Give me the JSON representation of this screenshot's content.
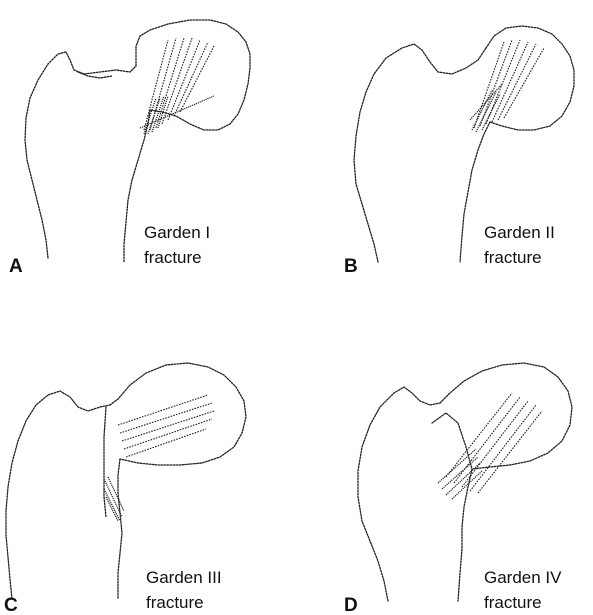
{
  "panels": [
    {
      "letter": "A",
      "caption_line1": "Garden I",
      "caption_line2": "fracture"
    },
    {
      "letter": "B",
      "caption_line1": "Garden II",
      "caption_line2": "fracture"
    },
    {
      "letter": "C",
      "caption_line1": "Garden III",
      "caption_line2": "fracture"
    },
    {
      "letter": "D",
      "caption_line1": "Garden IV",
      "caption_line2": "fracture"
    }
  ]
}
